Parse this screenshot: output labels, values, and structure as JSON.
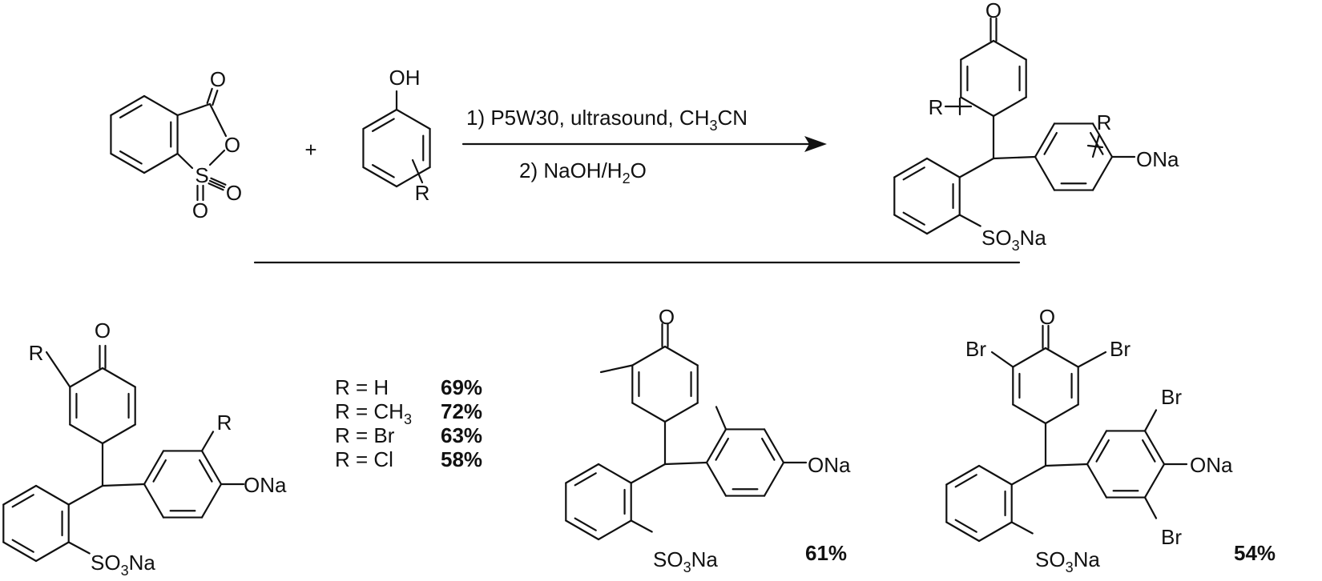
{
  "reactants": {
    "anhydride": {
      "o1": "O",
      "o2": "O",
      "s": "S",
      "o3": "O",
      "o4": "O"
    },
    "plus": "+",
    "phenol": {
      "oh": "OH",
      "r": "R"
    }
  },
  "conditions": {
    "step1": [
      "1) P5W30, ultrasound, CH",
      "3",
      "CN"
    ],
    "step2": [
      "2) NaOH/H",
      "2",
      "O"
    ]
  },
  "general_product": {
    "o": "O",
    "r1": "R",
    "r2": "R",
    "ona": "ONa",
    "so3na": [
      "SO",
      "3",
      "Na"
    ]
  },
  "product_r": {
    "o": "O",
    "r1": "R",
    "r2": "R",
    "ona": "ONa",
    "so3na": [
      "SO",
      "3",
      "Na"
    ]
  },
  "substituent_table": [
    {
      "label": [
        "R = H"
      ],
      "yield": "69%"
    },
    {
      "label": [
        "R = CH",
        "3"
      ],
      "yield": "72%"
    },
    {
      "label": [
        "R = Br"
      ],
      "yield": "63%"
    },
    {
      "label": [
        "R = Cl"
      ],
      "yield": "58%"
    }
  ],
  "product_methyl": {
    "o": "O",
    "ona": "ONa",
    "so3na": [
      "SO",
      "3",
      "Na"
    ],
    "yield": "61%"
  },
  "product_bromo": {
    "o": "O",
    "br": [
      "Br",
      "Br",
      "Br",
      "Br"
    ],
    "ona": "ONa",
    "so3na": [
      "SO",
      "3",
      "Na"
    ],
    "yield": "54%"
  }
}
